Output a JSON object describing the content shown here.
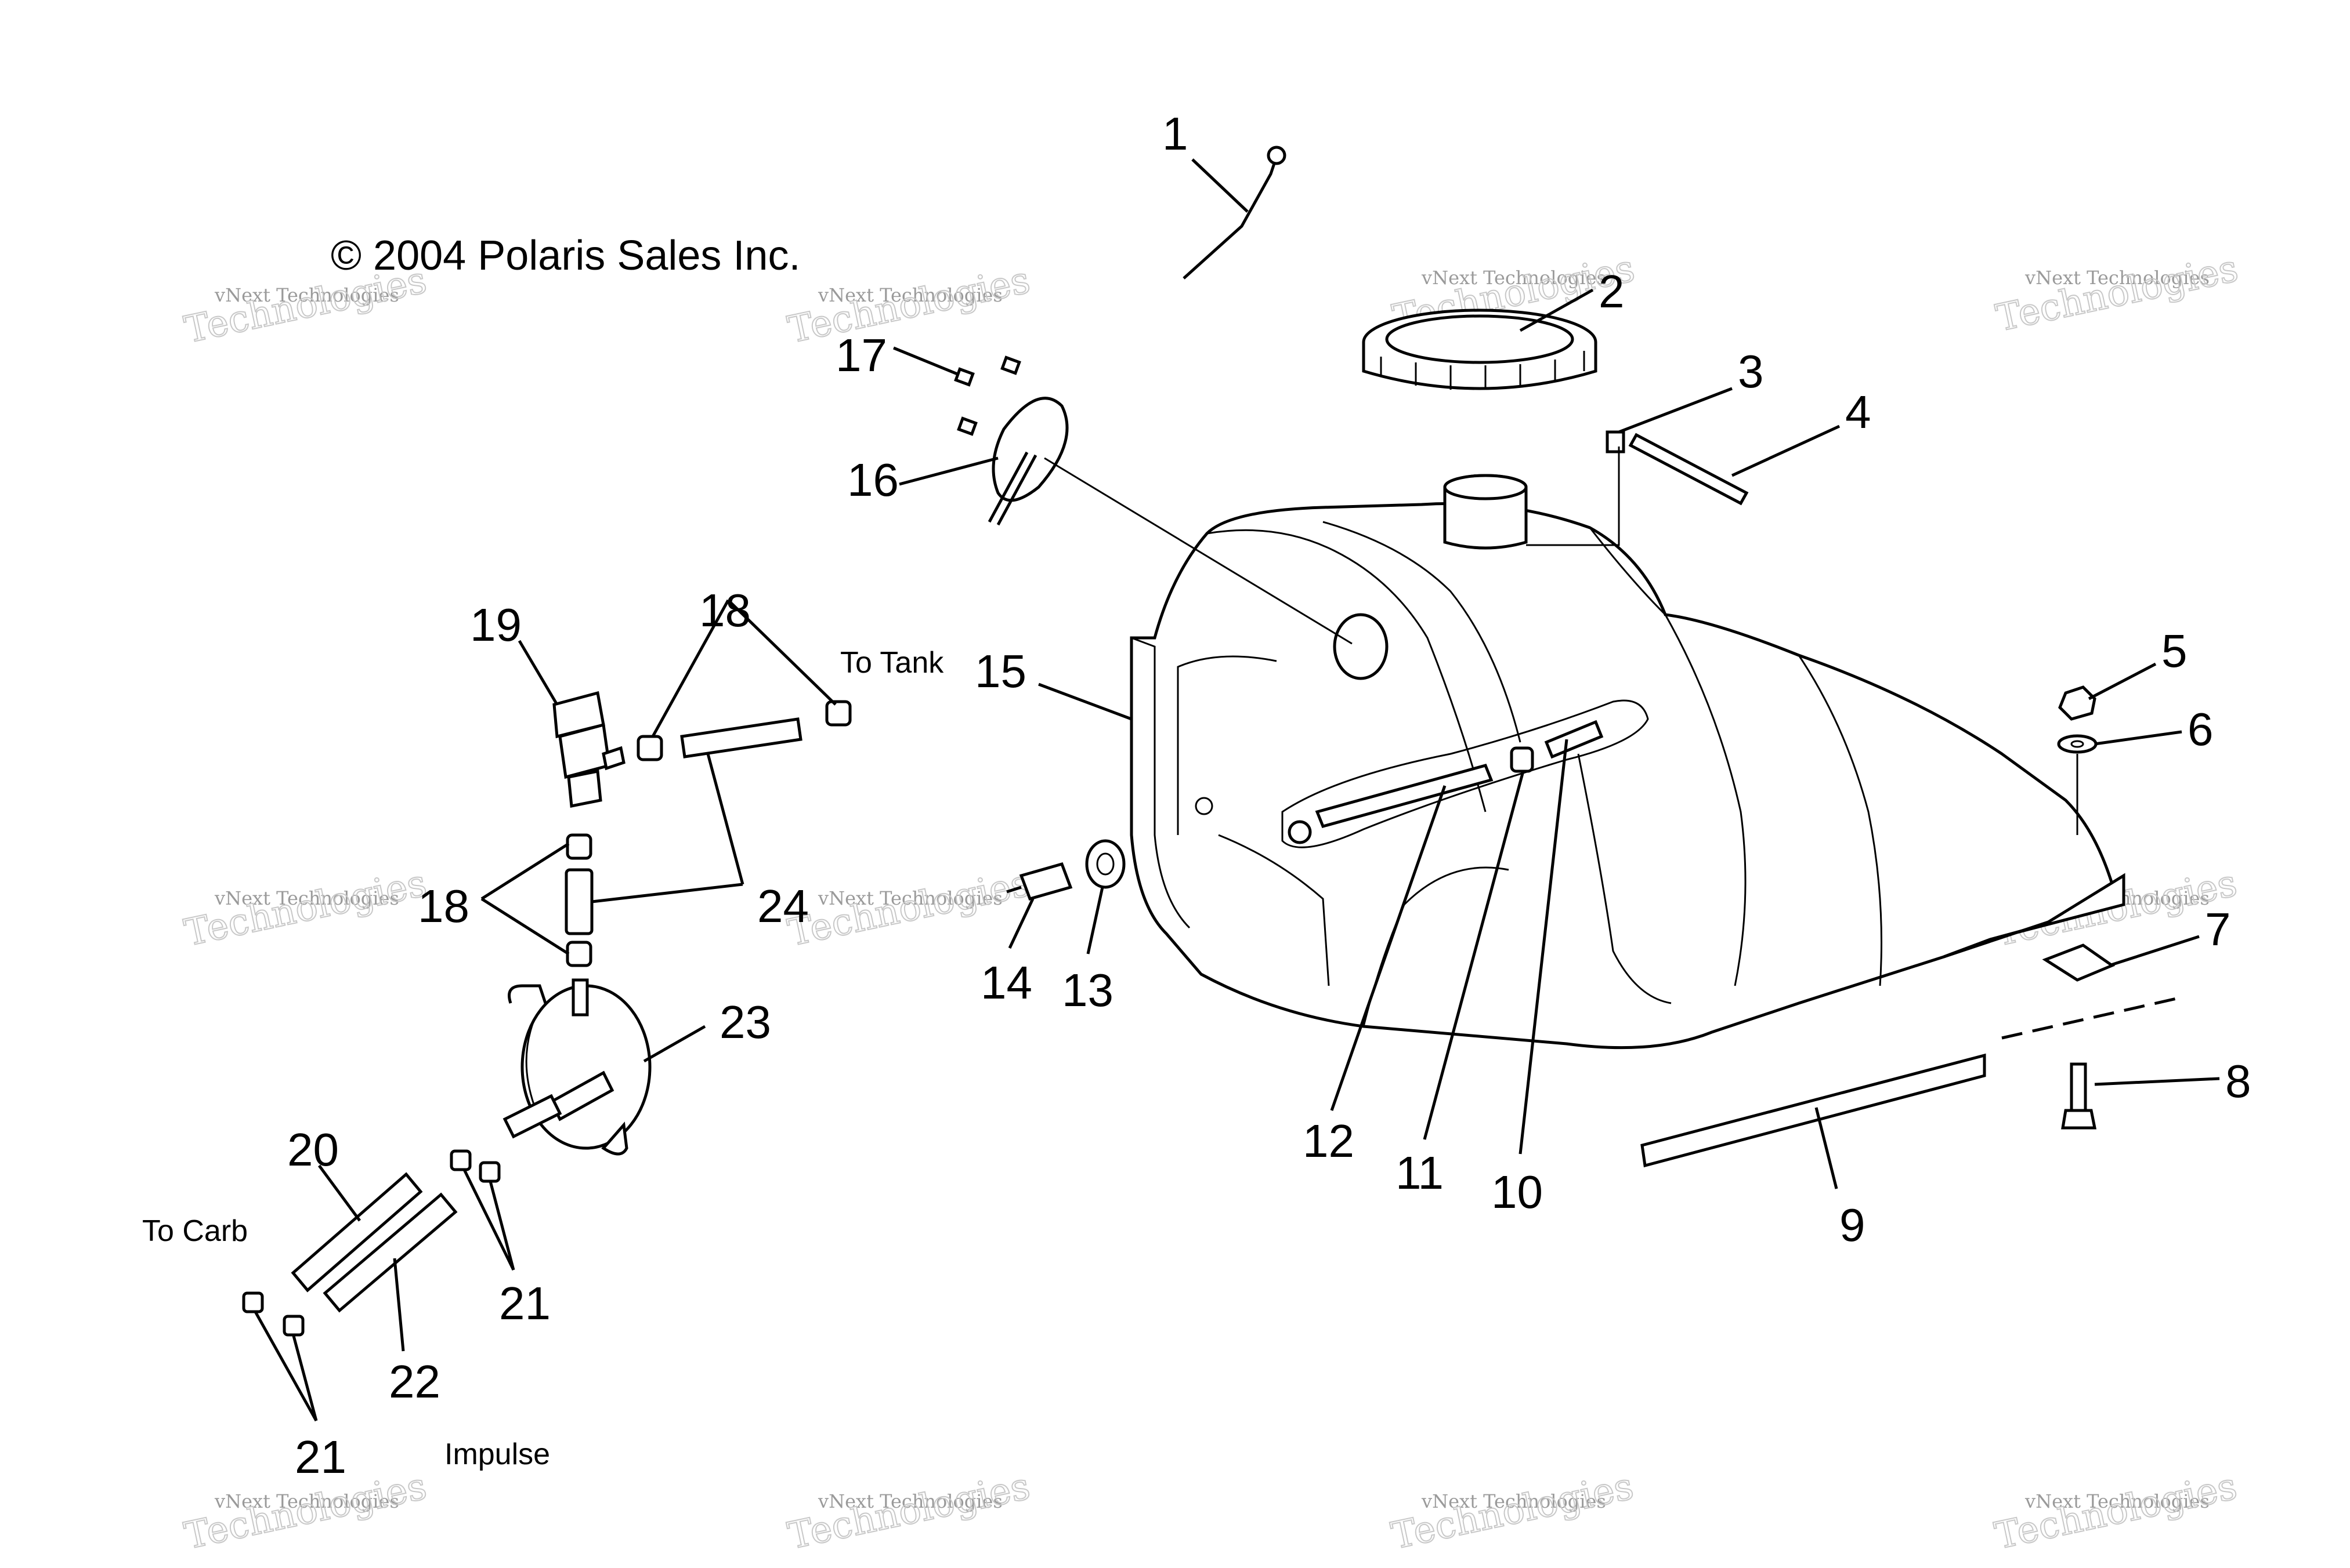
{
  "copyright": "© 2004 Polaris Sales Inc.",
  "notes": {
    "to_tank": "To Tank",
    "to_carb": "To Carb",
    "impulse": "Impulse"
  },
  "watermark": {
    "line1": "vNext Technologies",
    "line2": "Technologies"
  },
  "callouts": [
    "1",
    "2",
    "3",
    "4",
    "5",
    "6",
    "7",
    "8",
    "9",
    "10",
    "11",
    "12",
    "13",
    "14",
    "15",
    "16",
    "17",
    "18",
    "18",
    "19",
    "20",
    "21",
    "21",
    "22",
    "23",
    "24"
  ]
}
